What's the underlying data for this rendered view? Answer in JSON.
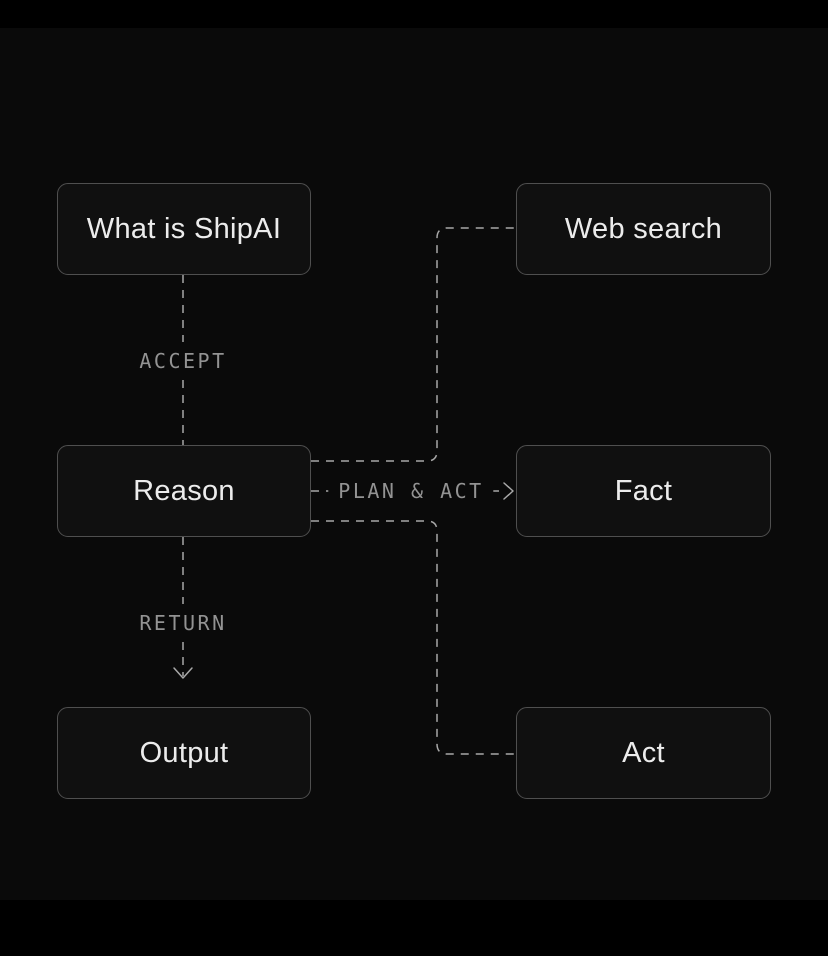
{
  "diagram": {
    "nodes": [
      {
        "id": "what-is-shipai",
        "label": "What is ShipAI"
      },
      {
        "id": "web-search",
        "label": "Web search"
      },
      {
        "id": "reason",
        "label": "Reason"
      },
      {
        "id": "fact",
        "label": "Fact"
      },
      {
        "id": "output",
        "label": "Output"
      },
      {
        "id": "act",
        "label": "Act"
      }
    ],
    "edges": [
      {
        "from": "what-is-shipai",
        "to": "reason",
        "label": "ACCEPT",
        "arrowhead": false
      },
      {
        "from": "reason",
        "to": "web-search",
        "label": "",
        "arrowhead": false
      },
      {
        "from": "reason",
        "to": "fact",
        "label": "PLAN & ACT",
        "arrowhead": true
      },
      {
        "from": "reason",
        "to": "output",
        "label": "RETURN",
        "arrowhead": true
      },
      {
        "from": "reason",
        "to": "act",
        "label": "",
        "arrowhead": false
      }
    ],
    "colors": {
      "background_outer": "#000000",
      "background_canvas": "#0a0a0a",
      "node_fill": "#101010",
      "node_border": "#4f4f4f",
      "node_text": "#ececec",
      "connector": "#a8a8a8",
      "edge_label_text": "#939393"
    }
  }
}
